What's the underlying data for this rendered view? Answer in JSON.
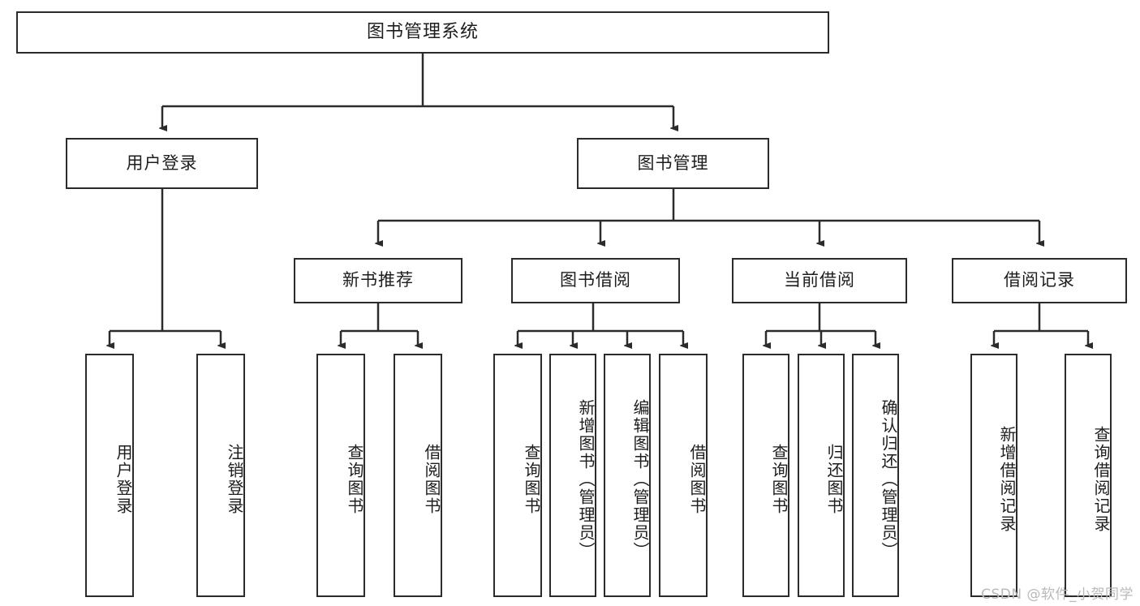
{
  "diagram": {
    "title_node": "图书管理系统",
    "type": "tree-hierarchy-diagram",
    "colors": {
      "box_border": "#2b2b2b",
      "box_fill": "#ffffff",
      "connector": "#2b2b2b",
      "text": "#1d1d1d",
      "watermark": "#b9b9b9",
      "background": "#ffffff"
    },
    "nodes": {
      "root": {
        "label": "图书管理系统"
      },
      "level2": [
        {
          "label": "用户登录"
        },
        {
          "label": "图书管理"
        }
      ],
      "level3": [
        {
          "label": "新书推荐"
        },
        {
          "label": "图书借阅"
        },
        {
          "label": "当前借阅"
        },
        {
          "label": "借阅记录"
        }
      ],
      "leaves_user_login": [
        {
          "label": "用户登录"
        },
        {
          "label": "注销登录"
        }
      ],
      "leaves_new_book": [
        {
          "label": "查询图书"
        },
        {
          "label": "借阅图书"
        }
      ],
      "leaves_borrow": [
        {
          "label": "查询图书"
        },
        {
          "label": "新增图书（管理员）"
        },
        {
          "label": "编辑图书（管理员）"
        },
        {
          "label": "借阅图书"
        }
      ],
      "leaves_current": [
        {
          "label": "查询图书"
        },
        {
          "label": "归还图书"
        },
        {
          "label": "确认归还（管理员）"
        }
      ],
      "leaves_records": [
        {
          "label": "新增借阅记录"
        },
        {
          "label": "查询借阅记录"
        }
      ]
    },
    "watermark": "CSDN @软件_小贺同学"
  }
}
